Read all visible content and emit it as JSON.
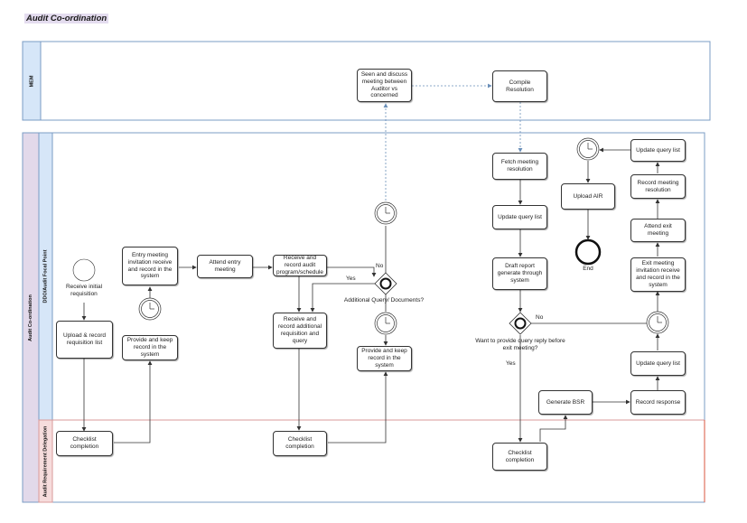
{
  "title": "Audit Co-ordination",
  "pools": {
    "mem": "MEM",
    "audit": "Audit Co-ordination"
  },
  "lanes": {
    "focal": "DDO/Audit Focal Point",
    "delegation": "Audit Requirement Delegation"
  },
  "tasks": {
    "upload_record": "Upload & record requisition list",
    "checklist1": "Checklist completion",
    "entry_meeting": "Entry meeting invitation receive and record in the system",
    "provide_keep1": "Provide and keep record in the system",
    "attend_entry": "Attend entry meeting",
    "receive_program": "Receive and record audit program/schedule",
    "receive_additional": "Receive and record additional requisition and query",
    "checklist2": "Checklist completion",
    "seen_discuss": "Seen and discuss meeting between Auditor vs concerned",
    "provide_keep2": "Provide and keep record in the system",
    "compile_resolution": "Compile Resolution",
    "fetch_resolution": "Fetch meeting resolution",
    "update_query1": "Update query list",
    "draft_report": "Draft report generate through system",
    "checklist3": "Checklist completion",
    "generate_bsr": "Generate BSR",
    "record_response": "Record response",
    "update_query2": "Update query list",
    "exit_meeting": "Exit meeting invitation receive and record in the system",
    "attend_exit": "Attend exit meeting",
    "record_meeting_res": "Record meeting resolution",
    "update_query3": "Update query list",
    "upload_air": "Upload AIR"
  },
  "events": {
    "start": "Receive initial requisition",
    "end": "End"
  },
  "gateways": {
    "additional_query": "Additional Query/ Documents?",
    "want_provide": "Want to provide query reply before exit meeting?"
  },
  "flow_labels": {
    "yes1": "Yes",
    "no1": "No",
    "no2": "No",
    "yes2": "Yes"
  },
  "colors": {
    "mem_header": "#d6e6f8",
    "audit_header": "#e2d9ea",
    "focal_header": "#d6e6f8",
    "delegation_header": "#f6dcdc",
    "mem_border": "#7b9cc4",
    "delegation_border": "#d99a9a"
  }
}
